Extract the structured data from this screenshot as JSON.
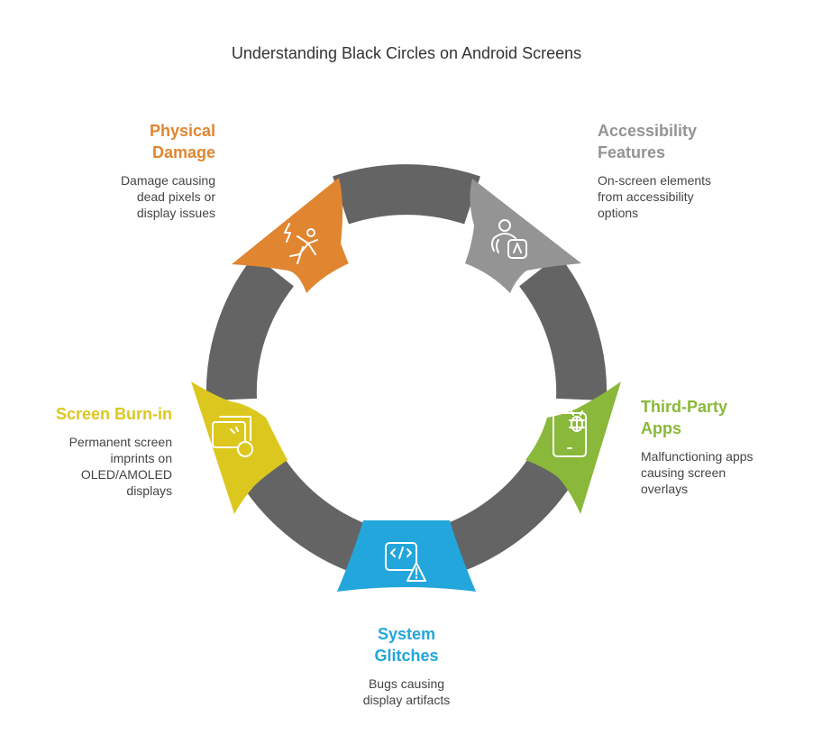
{
  "title": "Understanding Black Circles on Android Screens",
  "colors": {
    "ring": "#646464",
    "physical_damage": "#E08530",
    "accessibility": "#949494",
    "third_party": "#8AB83A",
    "system_glitches": "#22A6DB",
    "burn_in": "#DCC71E"
  },
  "segments": [
    {
      "id": "physical_damage",
      "title": "Physical\nDamage",
      "description": "Damage causing\ndead pixels or\ndisplay issues",
      "icon": "falling-person-icon"
    },
    {
      "id": "accessibility",
      "title": "Accessibility\nFeatures",
      "description": "On-screen elements\nfrom accessibility\noptions",
      "icon": "accessibility-touch-icon"
    },
    {
      "id": "third_party",
      "title": "Third-Party\nApps",
      "description": "Malfunctioning apps\ncausing screen\noverlays",
      "icon": "phone-bug-icon"
    },
    {
      "id": "system_glitches",
      "title": "System\nGlitches",
      "description": "Bugs causing\ndisplay artifacts",
      "icon": "code-warning-icon"
    },
    {
      "id": "burn_in",
      "title": "Screen Burn-in",
      "description": "Permanent screen\nimprints on\nOLED/AMOLED\ndisplays",
      "icon": "screen-burn-icon"
    }
  ]
}
